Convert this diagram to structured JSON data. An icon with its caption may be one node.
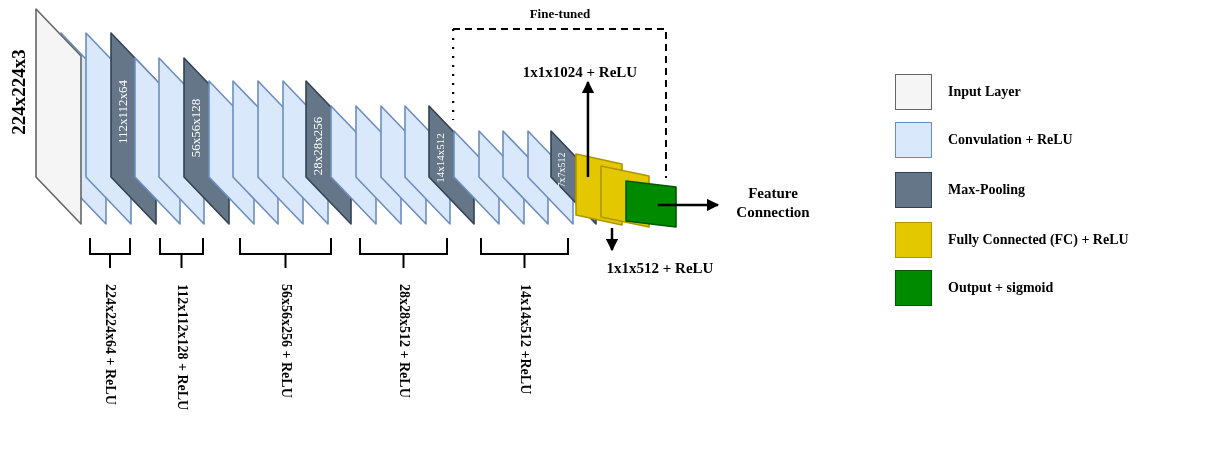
{
  "diagram": {
    "nodes": [
      {
        "text": [
          "224x224x3"
        ]
      },
      {
        "text": [],
        "shape": "box"
      },
      {
        "text": [],
        "shape": "box"
      },
      {
        "text": [
          "112x112x64"
        ]
      },
      {
        "text": [],
        "shape": "box"
      },
      {
        "text": [],
        "shape": "box"
      },
      {
        "text": [
          "56x56x128"
        ]
      },
      {
        "text": [],
        "shape": "box"
      },
      {
        "text": [],
        "shape": "box"
      },
      {
        "text": [],
        "shape": "box"
      },
      {
        "text": [],
        "shape": "box"
      },
      {
        "text": [
          "28x28x256"
        ]
      },
      {
        "text": [],
        "shape": "box"
      },
      {
        "text": [],
        "shape": "box"
      },
      {
        "text": [],
        "shape": "box"
      },
      {
        "text": [],
        "shape": "box"
      },
      {
        "text": [
          "14x14x512"
        ]
      },
      {
        "text": [],
        "shape": "box"
      },
      {
        "text": [],
        "shape": "box"
      },
      {
        "text": [],
        "shape": "box"
      },
      {
        "text": [],
        "shape": "box"
      },
      {
        "text": [
          "7x7x512"
        ]
      },
      {
        "text": [],
        "shape": "box"
      },
      {
        "text": [],
        "shape": "box"
      },
      {
        "text": [],
        "shape": "box"
      },
      {
        "text": [
          "Fine-tuned"
        ]
      },
      {
        "text": [
          "1x1x1024 + ReLU"
        ],
        "in": 25
      },
      {
        "text": [
          "1x1x512 + ReLU"
        ]
      },
      {
        "text": [
          "Feature Connection"
        ]
      }
    ],
    "edges": [
      {
        "from": 22,
        "to": 26,
        "arrow": "to"
      },
      {
        "from": 23,
        "to": 27,
        "arrow": "to"
      },
      {
        "from": 24,
        "to": 28,
        "arrow": "to"
      }
    ],
    "labels": [
      "224x224x64 + ReLU",
      "112x112x128 + ReLU",
      "56x56x256 + ReLU",
      "28x28x512 + ReLU",
      "14x14x512 +ReLU"
    ],
    "legend": [
      {
        "text": "Input Layer",
        "color": "#f5f5f5"
      },
      {
        "text": "Convulation + ReLU",
        "color": "#dae8fc"
      },
      {
        "text": "Max-Pooling",
        "color": "#647687"
      },
      {
        "text": "Fully Connected (FC) + ReLU",
        "color": "#e3c800"
      },
      {
        "text": "Output + sigmoid",
        "color": "#008a00"
      }
    ]
  }
}
